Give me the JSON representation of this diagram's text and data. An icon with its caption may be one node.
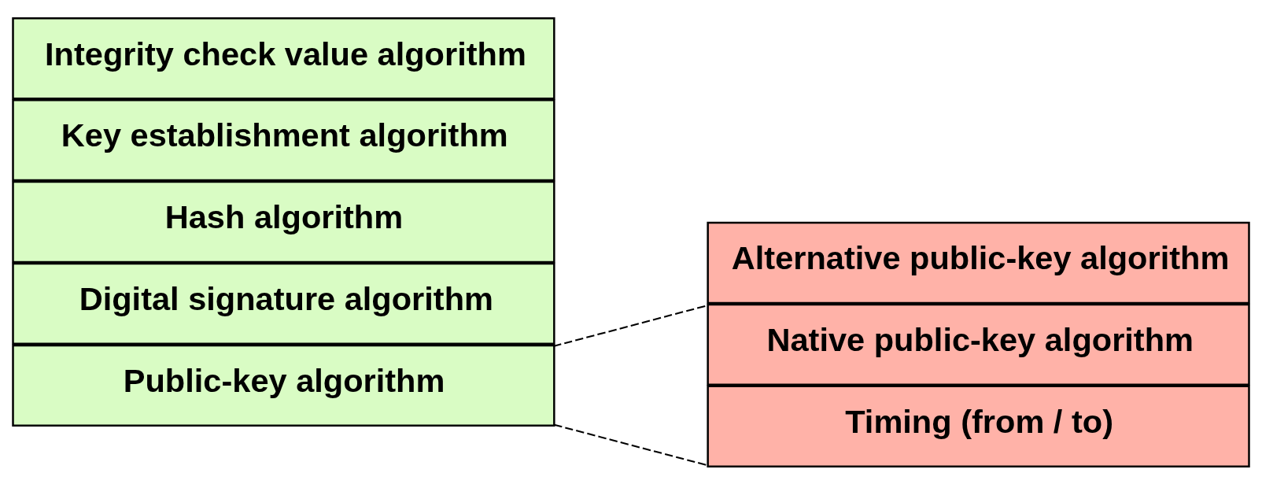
{
  "diagram": {
    "nodes": [
      {
        "text": [
          "Public-key algorithm"
        ]
      },
      {
        "text": [
          "Digital signature algorithm"
        ]
      },
      {
        "text": [
          "Hash algorithm"
        ]
      },
      {
        "text": [
          "Key establishment algorithm"
        ]
      },
      {
        "text": [
          "Integrity check value algorithm"
        ]
      },
      {
        "text": [
          "Native public-key algorithm"
        ]
      },
      {
        "text": [
          "Alternative public-key algorithm"
        ]
      },
      {
        "text": [
          "Timing (from / to)"
        ]
      }
    ],
    "edges": [
      {
        "from": 0,
        "to": 5,
        "arrow": "none",
        "style": "dashed"
      },
      {
        "from": 0,
        "to": 7,
        "arrow": "none",
        "style": "dashed"
      }
    ]
  }
}
